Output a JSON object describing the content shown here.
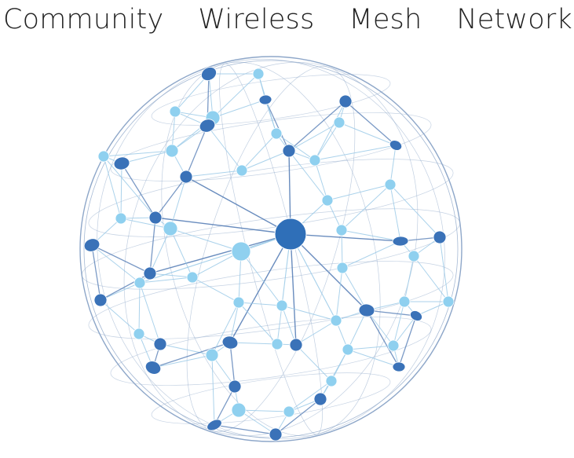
{
  "title": {
    "word1": "Community",
    "word2": "Wireless",
    "word3": "Mesh",
    "word4": "Network"
  },
  "colors": {
    "sphere_stroke": "#8ea7c9",
    "inner_link": "#4f79b3",
    "light_link": "#9dcbe8",
    "dark_node": "#3a72b8",
    "light_node": "#8fd0ef",
    "hub_node": "#2f6fb8"
  },
  "diagram": {
    "label": "",
    "nodes": {
      "hub": "central-hub",
      "dark": "dark-node",
      "light": "light-node"
    }
  }
}
